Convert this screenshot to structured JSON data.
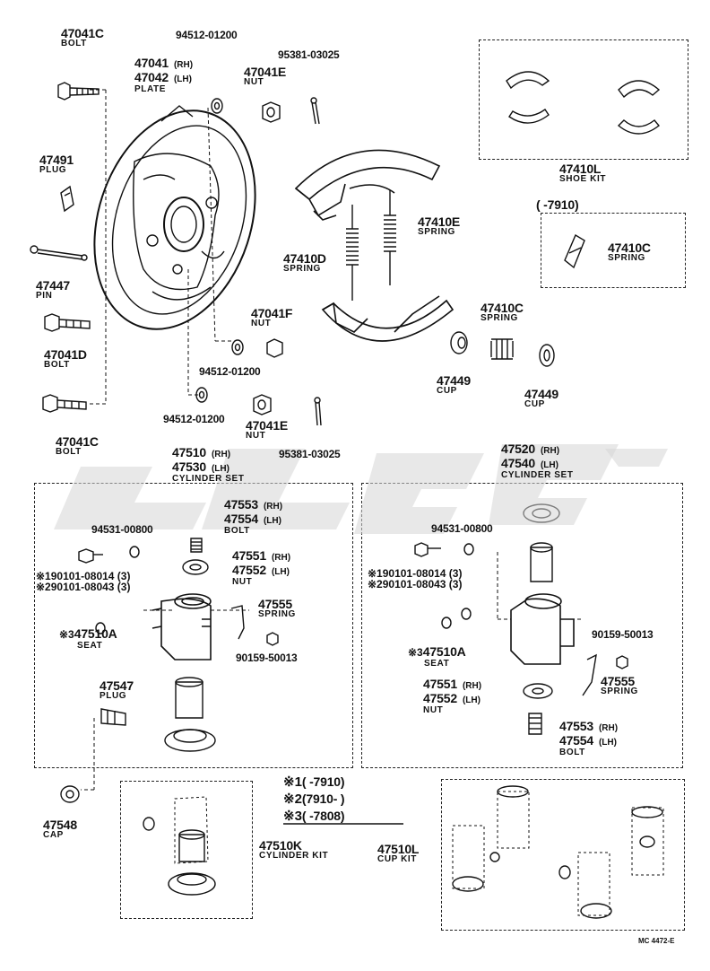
{
  "labels": {
    "l47041c_top": {
      "part": "47041C",
      "name": "BOLT"
    },
    "l94512_top": {
      "part": "94512-01200"
    },
    "l47041_plate": {
      "part1": "47041",
      "side1": "(RH)",
      "part2": "47042",
      "side2": "(LH)",
      "name": "PLATE"
    },
    "l47041e_top": {
      "part": "47041E",
      "name": "NUT"
    },
    "l95381_top": {
      "part": "95381-03025"
    },
    "l47491": {
      "part": "47491",
      "name": "PLUG"
    },
    "l47447": {
      "part": "47447",
      "name": "PIN"
    },
    "l47041d": {
      "part": "47041D",
      "name": "BOLT"
    },
    "l47041c_bot": {
      "part": "47041C",
      "name": "BOLT"
    },
    "l47041f": {
      "part": "47041F",
      "name": "NUT"
    },
    "l94512_mid": {
      "part": "94512-01200"
    },
    "l94512_low": {
      "part": "94512-01200"
    },
    "l47041e_bot": {
      "part": "47041E",
      "name": "NUT"
    },
    "l95381_bot": {
      "part": "95381-03025"
    },
    "l47410e": {
      "part": "47410E",
      "name": "SPRING"
    },
    "l47410d": {
      "part": "47410D",
      "name": "SPRING"
    },
    "l47410l_shoe": {
      "part": "47410L",
      "name": "SHOE KIT"
    },
    "l7910_range": {
      "text": "(      -7910)"
    },
    "l47410c_box": {
      "part": "47410C",
      "name": "SPRING"
    },
    "l47410c_mid": {
      "part": "47410C",
      "name": "SPRING"
    },
    "l47449_a": {
      "part": "47449",
      "name": "CUP"
    },
    "l47449_b": {
      "part": "47449",
      "name": "CUP"
    },
    "l47510": {
      "part1": "47510",
      "side1": "(RH)",
      "part2": "47530",
      "side2": "(LH)",
      "name": "CYLINDER SET"
    },
    "l47520": {
      "part1": "47520",
      "side1": "(RH)",
      "part2": "47540",
      "side2": "(LH)",
      "name": "CYLINDER SET"
    },
    "l47553_l": {
      "part1": "47553",
      "side1": "(RH)",
      "part2": "47554",
      "side2": "(LH)",
      "name": "BOLT"
    },
    "l94531_l": {
      "part": "94531-00800"
    },
    "l90101_l": {
      "line1": "※190101-08014 (3)",
      "line2": "※290101-08043 (3)"
    },
    "l47551_l": {
      "part1": "47551",
      "side1": "(RH)",
      "part2": "47552",
      "side2": "(LH)",
      "name": "NUT"
    },
    "l47555_l": {
      "part": "47555",
      "name": "SPRING"
    },
    "l47510a_l": {
      "mark": "※3",
      "part": "47510A",
      "name": "SEAT"
    },
    "l90159_l": {
      "part": "90159-50013"
    },
    "l47547": {
      "part": "47547",
      "name": "PLUG"
    },
    "l94531_r": {
      "part": "94531-00800"
    },
    "l90101_r": {
      "line1": "※190101-08014 (3)",
      "line2": "※290101-08043 (3)"
    },
    "l47510a_r": {
      "mark": "※3",
      "part": "47510A",
      "name": "SEAT"
    },
    "l90159_r": {
      "part": "90159-50013"
    },
    "l47551_r": {
      "part1": "47551",
      "side1": "(RH)",
      "part2": "47552",
      "side2": "(LH)",
      "name": "NUT"
    },
    "l47555_r": {
      "part": "47555",
      "name": "SPRING"
    },
    "l47553_r": {
      "part1": "47553",
      "side1": "(RH)",
      "part2": "47554",
      "side2": "(LH)",
      "name": "BOLT"
    },
    "l47548": {
      "part": "47548",
      "name": "CAP"
    },
    "l47510k": {
      "part": "47510K",
      "name": "CYLINDER KIT"
    },
    "l47510l_cup": {
      "part": "47510L",
      "name": "CUP KIT"
    }
  },
  "legend": {
    "row1": {
      "mark": "※1",
      "text": "(      -7910)"
    },
    "row2": {
      "mark": "※2",
      "text": "(7910-       )"
    },
    "row3": {
      "mark": "※3",
      "text": "(      -7808)"
    }
  },
  "footer": "MC 4472-E",
  "colors": {
    "ink": "#111111",
    "watermark": "#d6d6d6"
  }
}
